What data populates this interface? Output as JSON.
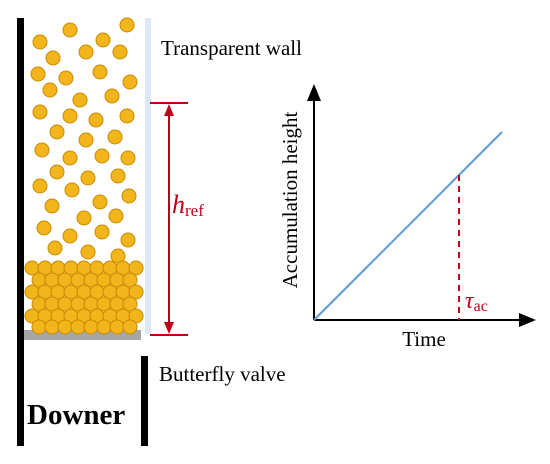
{
  "labels": {
    "transparent_wall": "Transparent wall",
    "butterfly_valve": "Butterfly valve",
    "downer": "Downer",
    "h": "h",
    "h_sub": "ref",
    "tau": "τ",
    "tau_sub": "ac"
  },
  "chart": {
    "ylabel": "Accumulation height",
    "xlabel": "Time"
  },
  "colors": {
    "particle_fill": "#f2b51b",
    "particle_edge": "#c88a00",
    "red": "#c0001a",
    "line_blue": "#5b9bd5",
    "wall": "#000000",
    "transparent_wall": "#dce8f5",
    "valve": "#a6a6a6"
  }
}
